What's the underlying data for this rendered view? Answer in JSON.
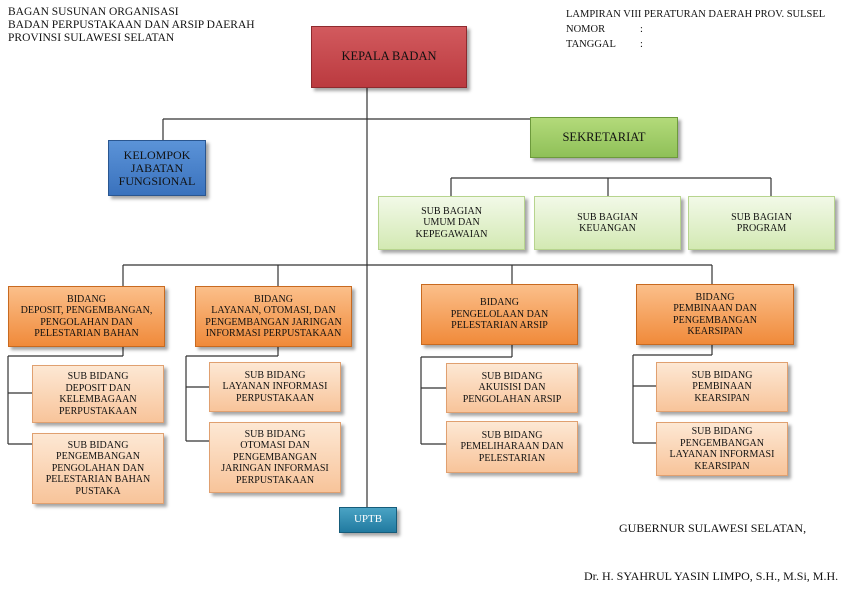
{
  "header_left": [
    "BAGAN SUSUNAN ORGANISASI",
    "BADAN PERPUSTAKAAN DAN ARSIP DAERAH",
    "PROVINSI SULAWESI SELATAN"
  ],
  "header_right": {
    "lampiran": "LAMPIRAN VIII PERATURAN DAERAH  PROV. SULSEL",
    "nomor_label": "NOMOR",
    "tanggal_label": "TANGGAL",
    "colon": ":"
  },
  "kepala": [
    "KEPALA BADAN"
  ],
  "jabatan": [
    "KELOMPOK",
    "JABATAN",
    "FUNGSIONAL"
  ],
  "sekretariat": [
    "SEKRETARIAT"
  ],
  "subbagian": [
    [
      "SUB BAGIAN",
      "UMUM DAN",
      "KEPEGAWAIAN"
    ],
    [
      "SUB BAGIAN",
      "KEUANGAN"
    ],
    [
      "SUB BAGIAN",
      "PROGRAM"
    ]
  ],
  "bidang": [
    {
      "title": [
        "BIDANG",
        "DEPOSIT, PENGEMBANGAN,",
        "PENGOLAHAN DAN",
        "PELESTARIAN BAHAN"
      ],
      "subs": [
        [
          "SUB BIDANG",
          "DEPOSIT DAN",
          "KELEMBAGAAN",
          "PERPUSTAKAAN"
        ],
        [
          "SUB BIDANG",
          "PENGEMBANGAN",
          "PENGOLAHAN DAN",
          "PELESTARIAN BAHAN",
          "PUSTAKA"
        ]
      ]
    },
    {
      "title": [
        "BIDANG",
        "LAYANAN, OTOMASI, DAN",
        "PENGEMBANGAN JARINGAN",
        "INFORMASI PERPUSTAKAAN"
      ],
      "subs": [
        [
          "SUB BIDANG",
          "LAYANAN INFORMASI",
          "PERPUSTAKAAN"
        ],
        [
          "SUB BIDANG",
          "OTOMASI DAN",
          "PENGEMBANGAN",
          "JARINGAN INFORMASI",
          "PERPUSTAKAAN"
        ]
      ]
    },
    {
      "title": [
        "BIDANG",
        "PENGELOLAAN DAN",
        "PELESTARIAN ARSIP"
      ],
      "subs": [
        [
          "SUB BIDANG",
          "AKUISISI DAN",
          "PENGOLAHAN ARSIP"
        ],
        [
          "SUB BIDANG",
          "PEMELIHARAAN DAN",
          "PELESTARIAN"
        ]
      ]
    },
    {
      "title": [
        "BIDANG",
        "PEMBINAAN DAN",
        "PENGEMBANGAN",
        "KEARSIPAN"
      ],
      "subs": [
        [
          "SUB BIDANG",
          "PEMBINAAN",
          "KEARSIPAN"
        ],
        [
          "SUB BIDANG",
          "PENGEMBANGAN",
          "LAYANAN INFORMASI",
          "KEARSIPAN"
        ]
      ]
    }
  ],
  "uptb": [
    "UPTB"
  ],
  "signature": {
    "title": "GUBERNUR SULAWESI SELATAN,",
    "name": "Dr. H. SYAHRUL YASIN LIMPO, S.H., M.Si, M.H."
  }
}
